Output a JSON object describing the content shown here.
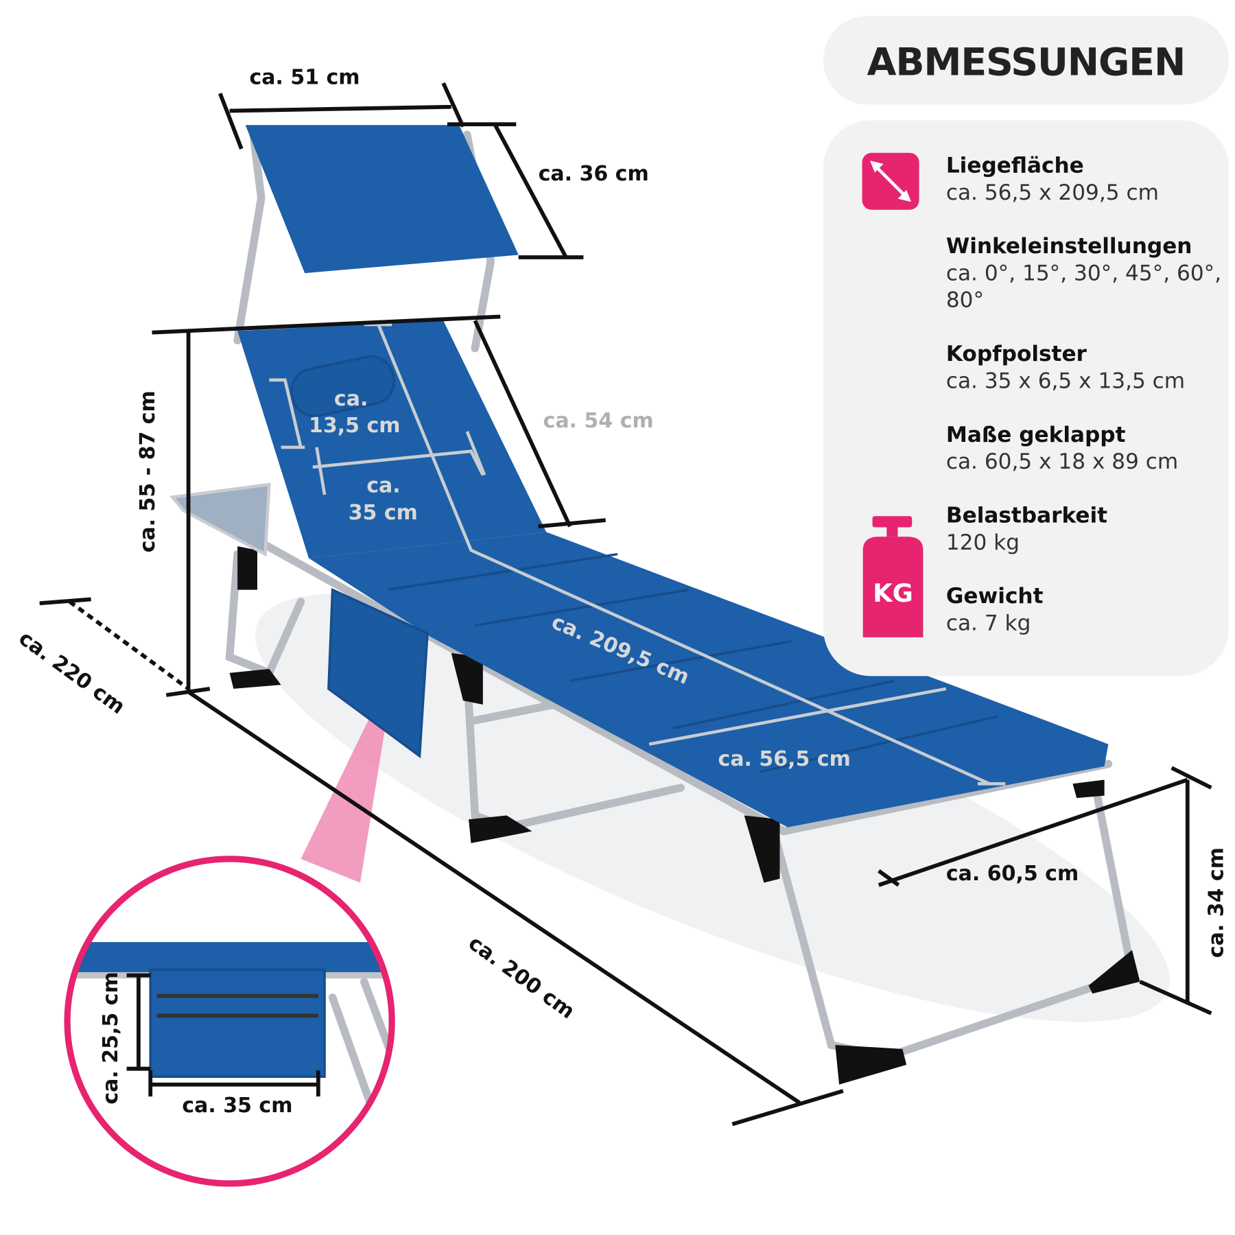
{
  "panel": {
    "title": "ABMESSUNGEN",
    "specs": [
      {
        "label": "Liegefläche",
        "value": "ca. 56,5 x 209,5 cm",
        "icon": "diagonal-arrow-icon"
      },
      {
        "label": "Winkeleinstellungen",
        "value": "ca. 0°, 15°, 30°, 45°, 60°,",
        "value2": "80°"
      },
      {
        "label": "Kopfpolster",
        "value": "ca. 35 x 6,5 x 13,5 cm"
      },
      {
        "label": "Maße geklappt",
        "value": "ca. 60,5 x 18 x 89 cm"
      },
      {
        "label": "Belastbarkeit",
        "value": "120 kg",
        "icon": "weight-kg-icon"
      },
      {
        "label": "Gewicht",
        "value": "ca. 7 kg"
      }
    ],
    "kg_icon_text": "KG"
  },
  "dimensions": {
    "canopy_width": "ca. 51 cm",
    "canopy_depth": "ca. 36 cm",
    "backrest_length": "ca. 54 cm",
    "height_range": "ca. 55 - 87 cm",
    "pillow_height_a": "ca.",
    "pillow_height_b": "13,5 cm",
    "pillow_width_a": "ca.",
    "pillow_width_b": "35 cm",
    "lying_length": "ca. 209,5 cm",
    "lying_width": "ca. 56,5 cm",
    "total_length": "ca. 220 cm",
    "frame_length": "ca. 200 cm",
    "frame_width": "ca. 60,5 cm",
    "seat_height": "ca. 34 cm",
    "pocket_height": "ca. 25,5 cm",
    "pocket_width": "ca. 35 cm"
  },
  "colors": {
    "accent": "#e6246f",
    "fabric": "#1d5fa8",
    "panel_bg": "#f2f2f2"
  }
}
